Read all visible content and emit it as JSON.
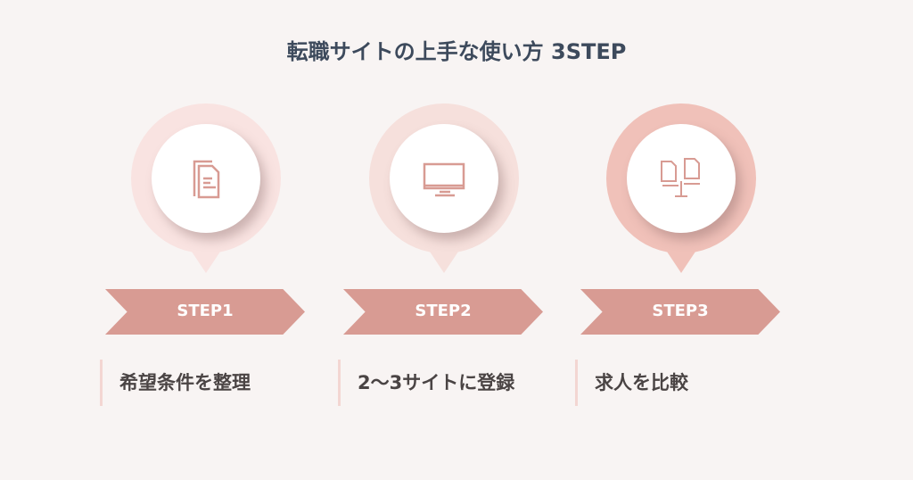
{
  "title": "転職サイトの上手な使い方 3STEP",
  "colors": {
    "background": "#f8f4f3",
    "chevron": "#d89b93",
    "icon": "#d89b93",
    "pins": [
      "#f9e3e1",
      "#f6e0dc",
      "#f0c1b9"
    ]
  },
  "steps": [
    {
      "label": "STEP1",
      "text": "希望条件を整理",
      "icon": "documents-icon"
    },
    {
      "label": "STEP2",
      "text": "2〜3サイトに登録",
      "icon": "monitor-icon"
    },
    {
      "label": "STEP3",
      "text": "求人を比較",
      "icon": "compare-documents-icon"
    }
  ]
}
